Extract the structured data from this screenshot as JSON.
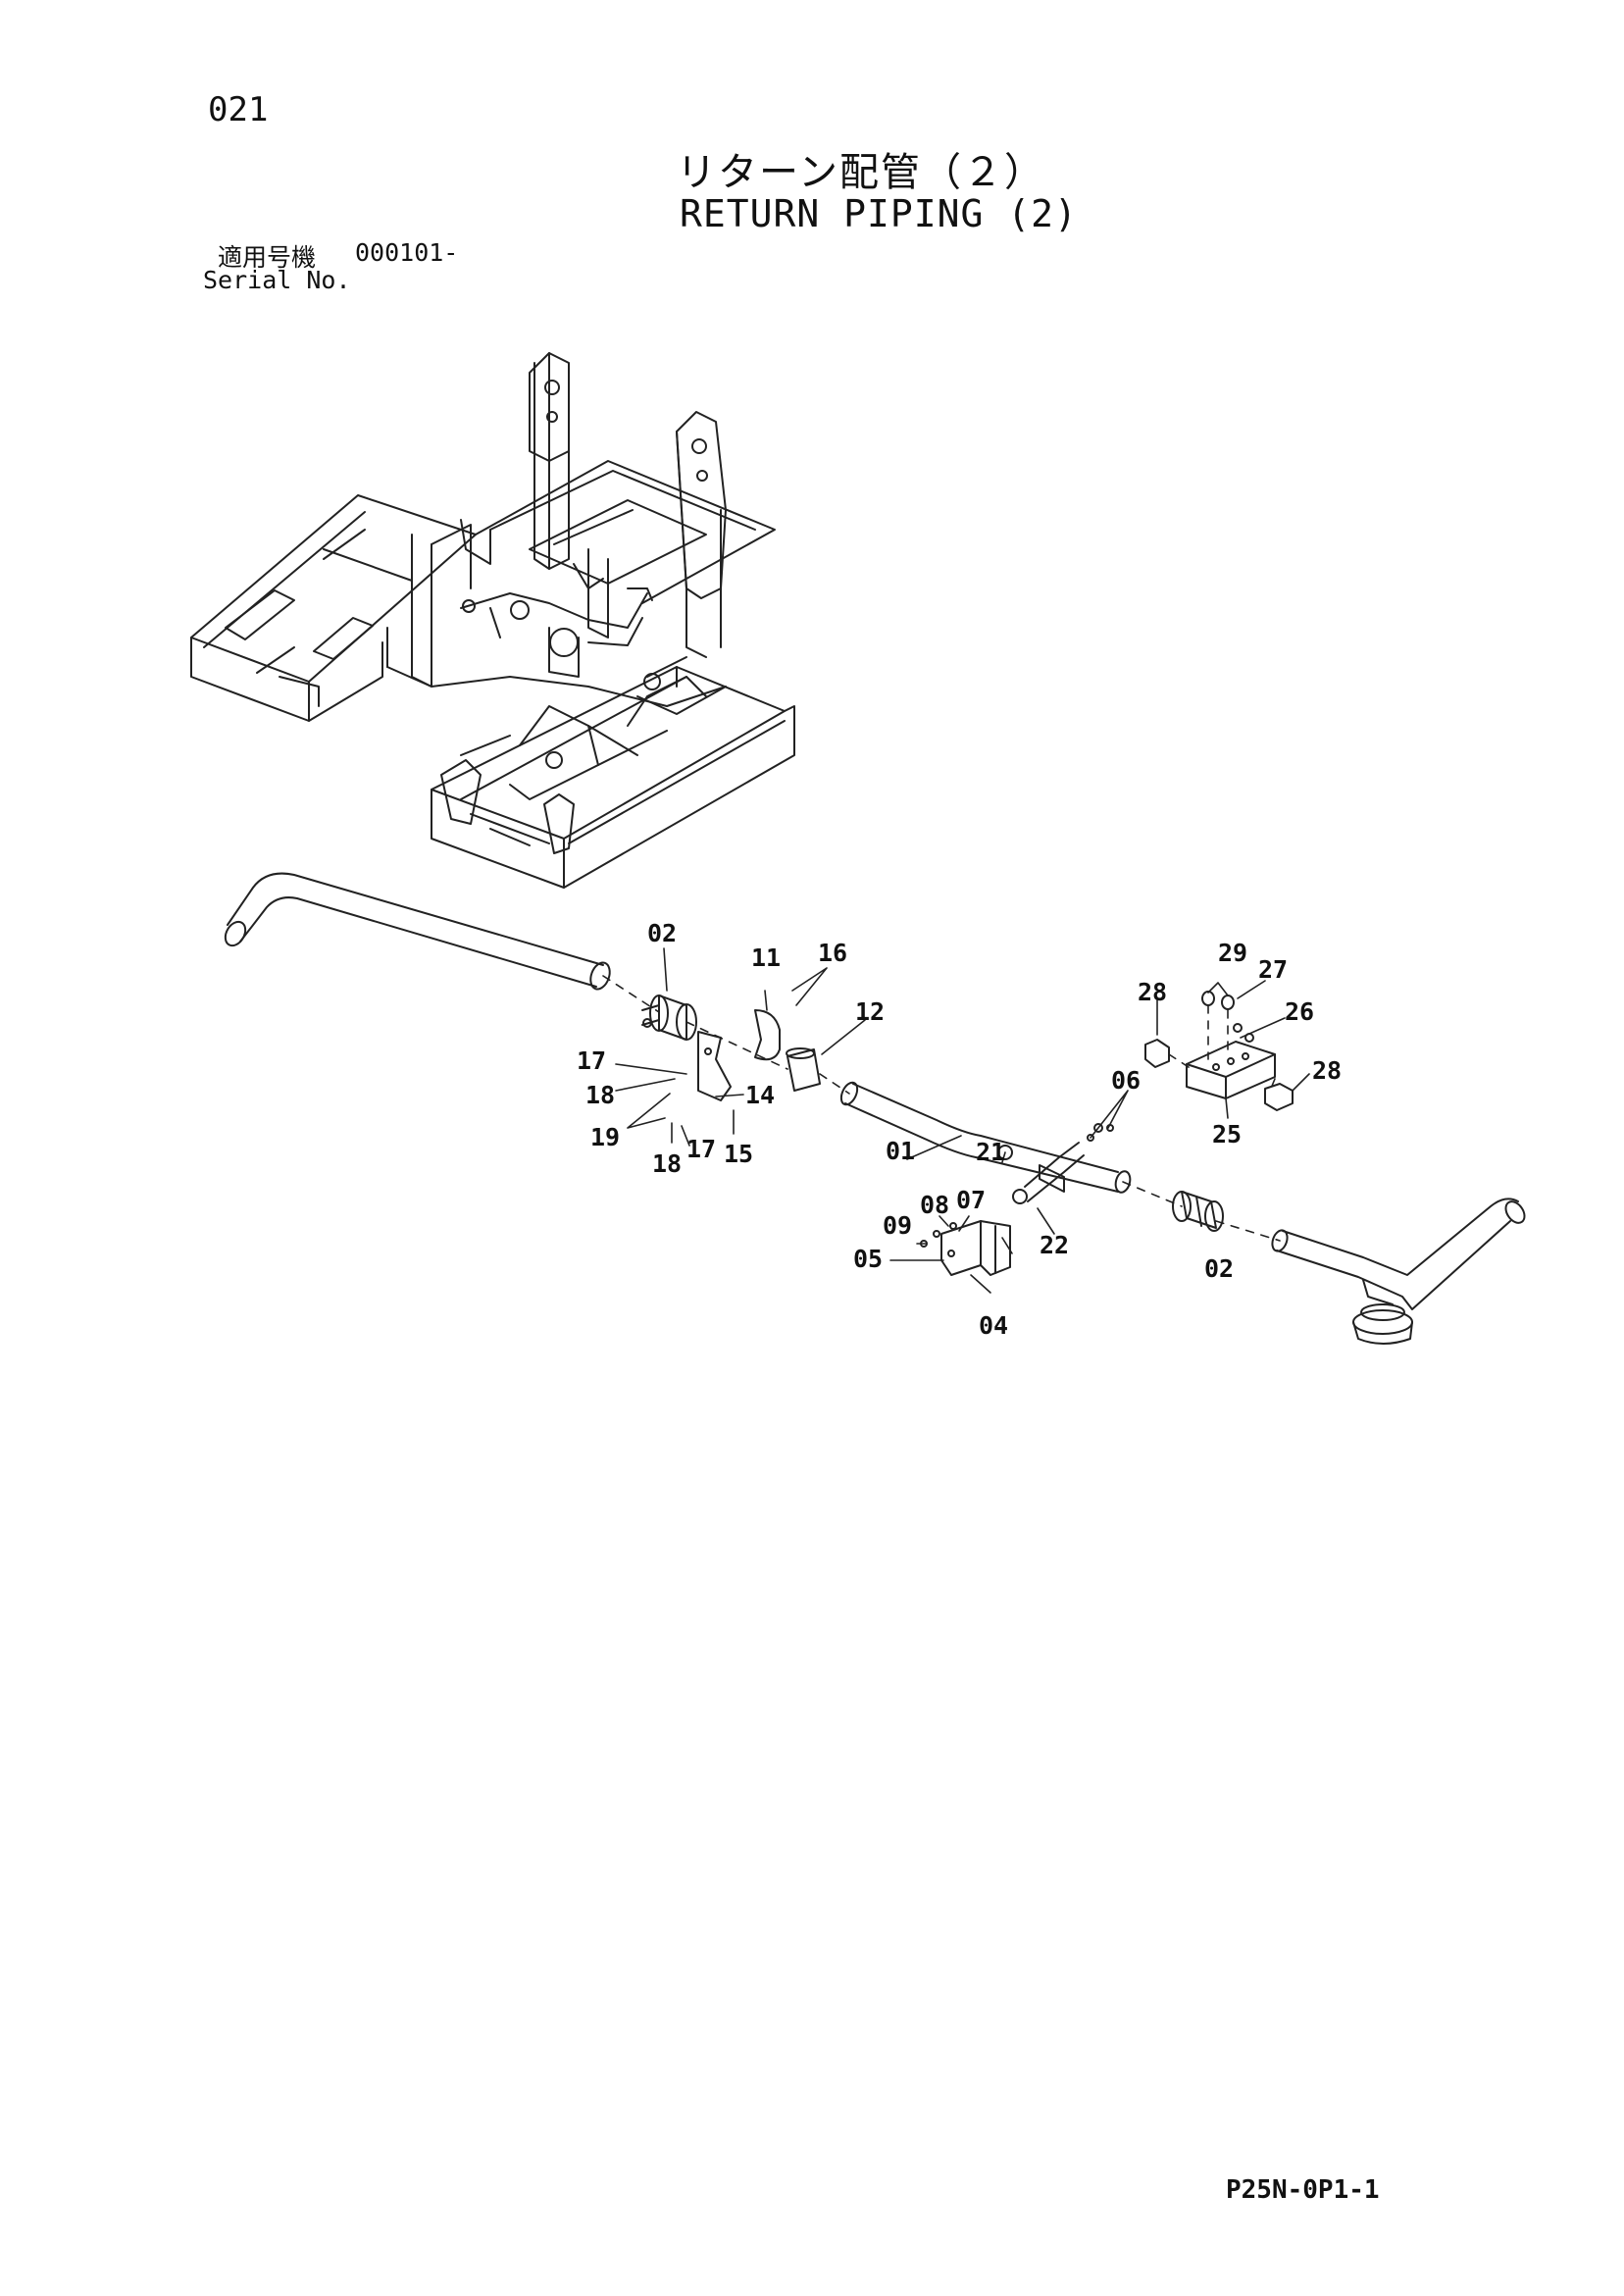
{
  "page": {
    "number": "021",
    "title_ja": "リターン配管（２）",
    "title_en": "RETURN PIPING (2)",
    "serial_label_ja": "適用号機",
    "serial_value": "000101-",
    "serial_label_en": "Serial No.",
    "drawing_code": "P25N-0P1-1"
  },
  "callouts": [
    {
      "id": "c02a",
      "text": "02"
    },
    {
      "id": "c11",
      "text": "11"
    },
    {
      "id": "c16",
      "text": "16"
    },
    {
      "id": "c12",
      "text": "12"
    },
    {
      "id": "c17a",
      "text": "17"
    },
    {
      "id": "c18a",
      "text": "18"
    },
    {
      "id": "c14",
      "text": "14"
    },
    {
      "id": "c19",
      "text": "19"
    },
    {
      "id": "c18b",
      "text": "18"
    },
    {
      "id": "c17b",
      "text": "17"
    },
    {
      "id": "c15",
      "text": "15"
    },
    {
      "id": "c01",
      "text": "01"
    },
    {
      "id": "c21",
      "text": "21"
    },
    {
      "id": "c06",
      "text": "06"
    },
    {
      "id": "c08",
      "text": "08"
    },
    {
      "id": "c07",
      "text": "07"
    },
    {
      "id": "c09",
      "text": "09"
    },
    {
      "id": "c05",
      "text": "05"
    },
    {
      "id": "c22",
      "text": "22"
    },
    {
      "id": "c04",
      "text": "04"
    },
    {
      "id": "c02b",
      "text": "02"
    },
    {
      "id": "c29",
      "text": "29"
    },
    {
      "id": "c27",
      "text": "27"
    },
    {
      "id": "c28a",
      "text": "28"
    },
    {
      "id": "c26",
      "text": "26"
    },
    {
      "id": "c28b",
      "text": "28"
    },
    {
      "id": "c25",
      "text": "25"
    }
  ]
}
